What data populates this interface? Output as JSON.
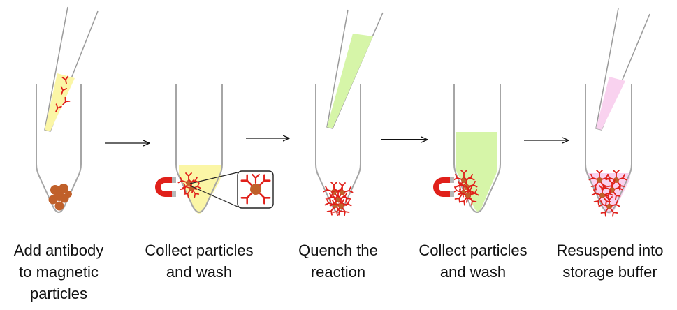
{
  "steps": [
    {
      "caption": [
        "Add antibody",
        "to magnetic",
        "particles"
      ]
    },
    {
      "caption": [
        "Collect particles",
        "and wash"
      ]
    },
    {
      "caption": [
        "Quench the",
        "reaction"
      ]
    },
    {
      "caption": [
        "Collect particles",
        "and wash"
      ]
    },
    {
      "caption": [
        "Resuspend into",
        "storage buffer"
      ]
    }
  ],
  "colors": {
    "tube_outline": "#a6a6a6",
    "antibody_solution": "#fbf6a6",
    "quench_solution": "#d6f5a8",
    "storage_buffer": "#f9d2ef",
    "particle": "#c0602a",
    "antibody": "#e0201a",
    "magnet_red": "#e0201a",
    "magnet_tip": "#b8b8b8",
    "arrow": "#111111"
  },
  "icons": {
    "magnet": "horseshoe-magnet-icon",
    "antibody": "y-shaped-antibody-icon",
    "particle": "magnetic-bead-icon",
    "pipette": "pipette-tip-icon",
    "tube": "microcentrifuge-tube-icon",
    "arrow": "right-arrow-icon"
  }
}
